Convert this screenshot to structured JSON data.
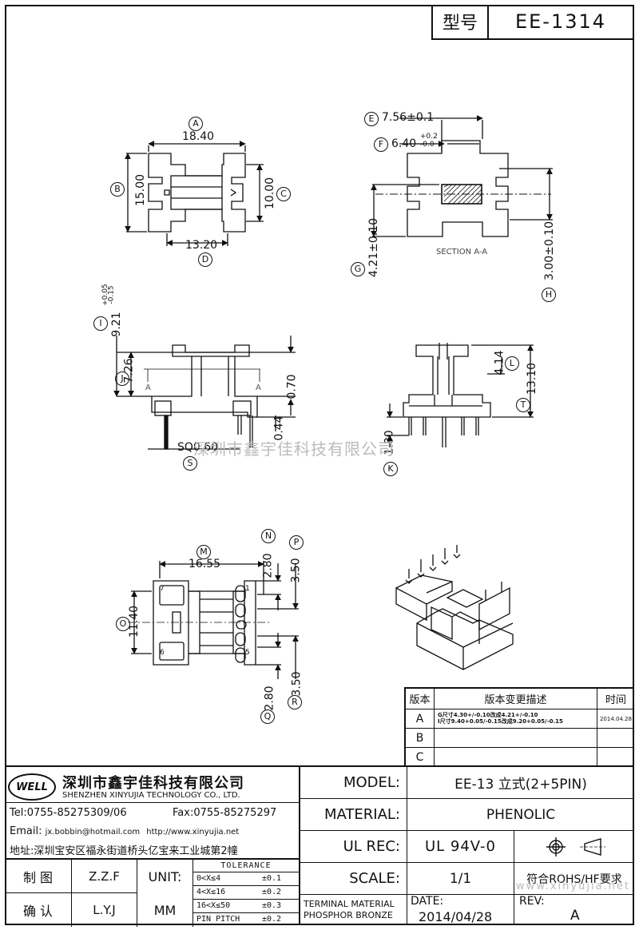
{
  "header": {
    "type_label": "型号",
    "part_number": "EE-1314"
  },
  "top_view": {
    "A": "A",
    "dim_A": "18.40",
    "B": "B",
    "dim_B": "15.00",
    "C": "C",
    "dim_C": "10.00",
    "D": "D",
    "dim_D": "13.20"
  },
  "section_view": {
    "E": "E",
    "dim_E": "7.56±0.1",
    "F": "F",
    "dim_F": "6.40",
    "dim_F_plus": "+0.2",
    "dim_F_minus": "-0.0",
    "G": "G",
    "dim_G": "4.21±0.10",
    "H": "H",
    "dim_H": "3.00±0.10",
    "caption": "SECTION A-A"
  },
  "front_view": {
    "I": "I",
    "dim_I": "9.21",
    "dim_I_plus": "+0.05",
    "dim_I_minus": "-0.15",
    "J": "J",
    "dim_J": "7.26",
    "dim_070": "0.70",
    "dim_044": "0.44",
    "S": "S",
    "dim_S": "SQ0.60",
    "section_mark": "A"
  },
  "side_view": {
    "L": "L",
    "dim_L": "4.14",
    "T": "T",
    "dim_T": "13.10",
    "K": "K",
    "dim_K": "1.80"
  },
  "bottom_view": {
    "M": "M",
    "dim_M": "16.55",
    "N": "N",
    "dim_N": "2.80",
    "P": "P",
    "dim_P": "3.50",
    "O": "O",
    "dim_O": "11.40",
    "Q": "Q",
    "dim_Q": "2.80",
    "R": "R",
    "dim_R": "3.50",
    "pin7": "7",
    "pin6": "6",
    "pin1": "1",
    "pin5": "5"
  },
  "watermark": "深圳市鑫宇佳科技有限公司",
  "watermark_url": "www.xinyujia.net",
  "revision_table": {
    "headers": [
      "版本",
      "版本变更描述",
      "时间"
    ],
    "rows": [
      {
        "rev": "A",
        "desc_line1": "G尺寸4.30+/-0.10改成4.21+/-0.10",
        "desc_line2": "I尺寸9.40+0.05/-0.15改成9.20+0.05/-0.15",
        "date": "2014.04.28"
      },
      {
        "rev": "B",
        "desc_line1": "",
        "desc_line2": "",
        "date": ""
      },
      {
        "rev": "C",
        "desc_line1": "",
        "desc_line2": "",
        "date": ""
      }
    ]
  },
  "company": {
    "logo_text": "WELL",
    "name_cn": "深圳市鑫宇佳科技有限公司",
    "name_en": "SHENZHEN XINYUJIA TECHNOLOGY CO., LTD.",
    "tel": "Tel:0755-85275309/06",
    "fax": "Fax:0755-85275297",
    "email_label": "Email:",
    "email": "jx.bobbin@hotmail.com",
    "http": "http://www.xinyujia.net",
    "address": "地址:深圳宝安区福永街道桥头亿宝来工业城第2幢"
  },
  "title_block": {
    "model_label": "MODEL:",
    "model_value": "EE-13 立式(2+5PIN)",
    "material_label": "MATERIAL:",
    "material_value": "PHENOLIC",
    "ulrec_label": "UL REC:",
    "ulrec_value": "UL 94V-0",
    "scale_label": "SCALE:",
    "scale_value": "1/1",
    "rohs": "符合ROHS/HF要求",
    "terminal_line1": "TERMINAL MATERIAL",
    "terminal_line2": "PHOSPHOR BRONZE",
    "date_label": "DATE:",
    "date_value": "2014/04/28",
    "rev_label": "REV:",
    "rev_value": "A",
    "draw_label": "制 图",
    "draw_value": "Z.Z.F",
    "check_label": "确 认",
    "check_value": "L.Y.J",
    "unit_label": "UNIT:",
    "unit_value": "MM",
    "tolerance_title": "TOLERANCE",
    "tolerances": [
      {
        "range": "0<X≤4",
        "tol": "±0.1"
      },
      {
        "range": "4<X≤16",
        "tol": "±0.2"
      },
      {
        "range": "16<X≤50",
        "tol": "±0.3"
      },
      {
        "range": "PIN PITCH",
        "tol": "±0.2"
      }
    ]
  }
}
